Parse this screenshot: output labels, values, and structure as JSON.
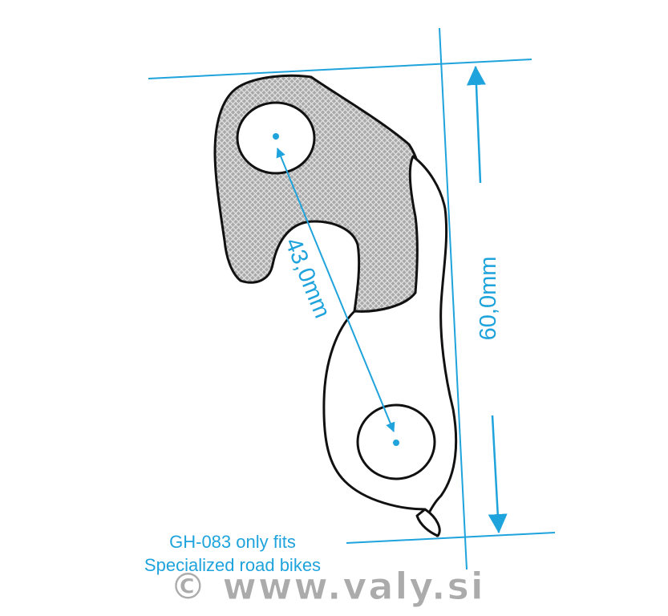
{
  "colors": {
    "accent": "#1fa3dc",
    "outline": "#111111",
    "hatch_fill": "#a9a9a9",
    "hatch_line": "#e2e2e2",
    "watermark": "#8f8f8f"
  },
  "dimensions": {
    "hole_distance": "43,0mm",
    "height": "60,0mm"
  },
  "caption": {
    "line1": "GH-083 only fits",
    "line2": "Specialized road bikes"
  },
  "watermark": "© www.valy.si",
  "icons": [
    "derailleur-hanger-outline",
    "arrow-icon",
    "hole-icon"
  ]
}
